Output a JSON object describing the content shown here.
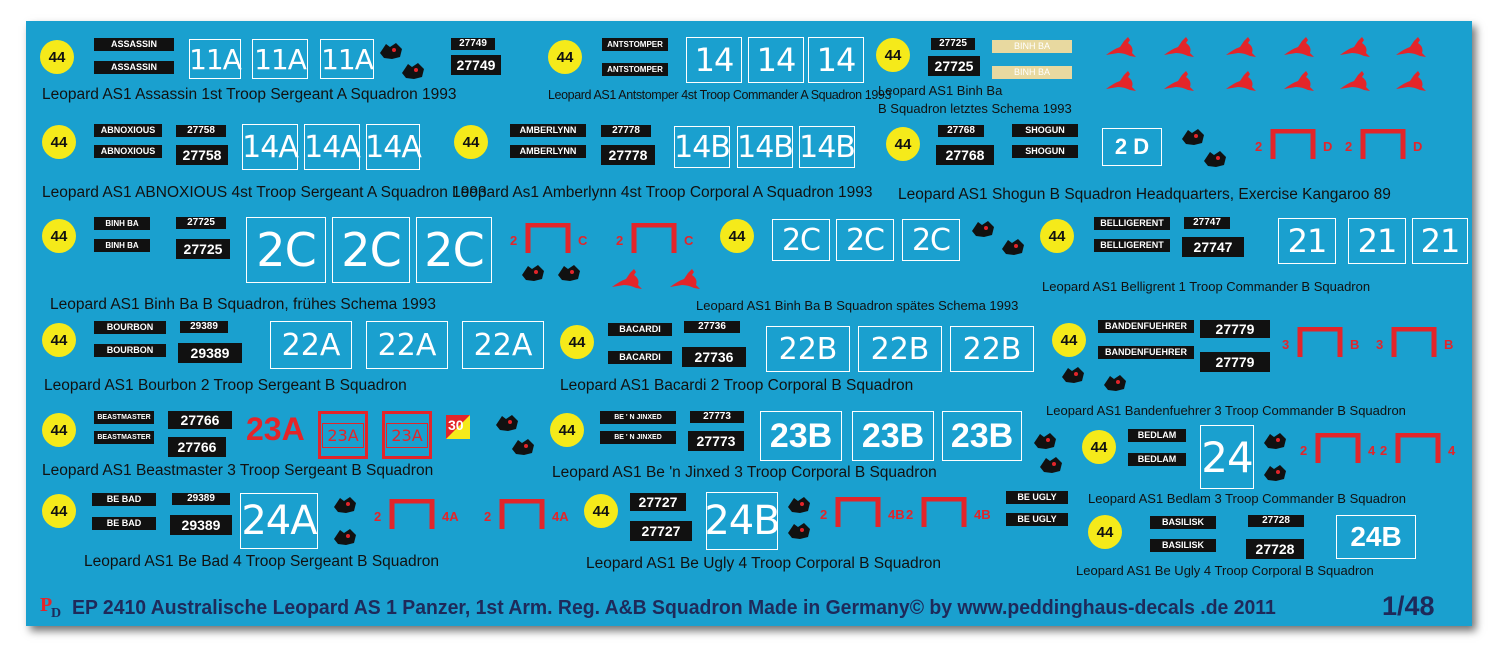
{
  "roundel": "44",
  "units": [
    {
      "name": "ASSASSIN",
      "serial": "27749",
      "box": "11A",
      "caption": "Leopard AS1 Assassin 1st Troop Sergeant A Squadron 1993"
    },
    {
      "name": "ANTSTOMPER",
      "box": "14",
      "caption": "Leopard AS1 Antstomper 4st Troop Commander A Squadron 1993"
    },
    {
      "name": "BINH BA",
      "serial": "27725",
      "caption": "Leopard AS1 Binh Ba",
      "caption2": "B Squadron letztes Schema 1993"
    },
    {
      "name": "ABNOXIOUS",
      "serial": "27758",
      "box": "14A",
      "caption": "Leopard AS1 ABNOXIOUS 4st Troop Sergeant A Squadron 1993"
    },
    {
      "name": "AMBERLYNN",
      "serial": "27778",
      "box": "14B",
      "caption": "Leopard As1 Amberlynn 4st Troop Corporal A Squadron 1993"
    },
    {
      "name": "SHOGUN",
      "serial": "27768",
      "box": "2 D",
      "tac": "2",
      "tac_r": "D",
      "caption": "Leopard AS1 Shogun  B Squadron Headquarters, Exercise Kangaroo 89"
    },
    {
      "name": "BINH BA",
      "serial": "27725",
      "box": "2C",
      "tac": "2",
      "tac_r": "C",
      "caption": "Leopard AS1 Binh Ba  B Squadron, frühes Schema 1993"
    },
    {
      "box": "2C",
      "caption": "Leopard AS1 Binh Ba  B Squadron spätes Schema 1993"
    },
    {
      "name": "BELLIGERENT",
      "serial": "27747",
      "box": "21",
      "caption": "Leopard AS1 Belligrent 1 Troop Commander  B Squadron"
    },
    {
      "name": "BOURBON",
      "serial": "29389",
      "box": "22A",
      "caption": "Leopard AS1 Bourbon 2 Troop Sergeant  B Squadron"
    },
    {
      "name": "BACARDI",
      "serial": "27736",
      "box": "22B",
      "caption": "Leopard AS1 Bacardi 2 Troop Corporal  B Squadron"
    },
    {
      "name": "BANDENFUEHRER",
      "serial": "27779",
      "tac": "3",
      "tac_r": "B",
      "caption": "Leopard AS1 Bandenfuehrer 3 Troop Commander  B Squadron"
    },
    {
      "name": "BEASTMASTER",
      "serial": "27766",
      "box": "23A",
      "flag": "30",
      "caption": "Leopard AS1 Beastmaster 3 Troop Sergeant  B Squadron"
    },
    {
      "name": "BE ' N JINXED",
      "serial": "27773",
      "box": "23B",
      "caption": "Leopard AS1 Be 'n Jinxed 3 Troop Corporal  B Squadron"
    },
    {
      "name": "BEDLAM",
      "box": "24",
      "tac": "2",
      "tac_r": "4",
      "caption": "Leopard AS1 Bedlam 3 Troop Commander  B Squadron"
    },
    {
      "name": "BE BAD",
      "serial": "29389",
      "box": "24A",
      "tac": "2",
      "tac_r": "4A",
      "caption": "Leopard AS1 Be Bad 4 Troop Sergeant  B Squadron"
    },
    {
      "name": "BE UGLY",
      "serial": "27727",
      "box": "24B",
      "tac": "2",
      "tac_r": "4B",
      "caption": "Leopard AS1 Be Ugly 4 Troop Corporal  B Squadron"
    },
    {
      "name": "BASILISK",
      "serial": "27728",
      "box": "24B",
      "caption": "Leopard AS1 Be Ugly 4 Troop Corporal  B Squadron"
    }
  ],
  "footer": "EP 2410 Australische Leopard AS 1 Panzer, 1st Arm. Reg. A&B Squadron   Made in Germany© by www.peddinghaus-decals .de 2011",
  "scale": "1/48",
  "colors": {
    "background": "#1aa0cf",
    "roundel": "#f5ea1a",
    "tactical": "#e3252a",
    "plate": "#111111"
  }
}
